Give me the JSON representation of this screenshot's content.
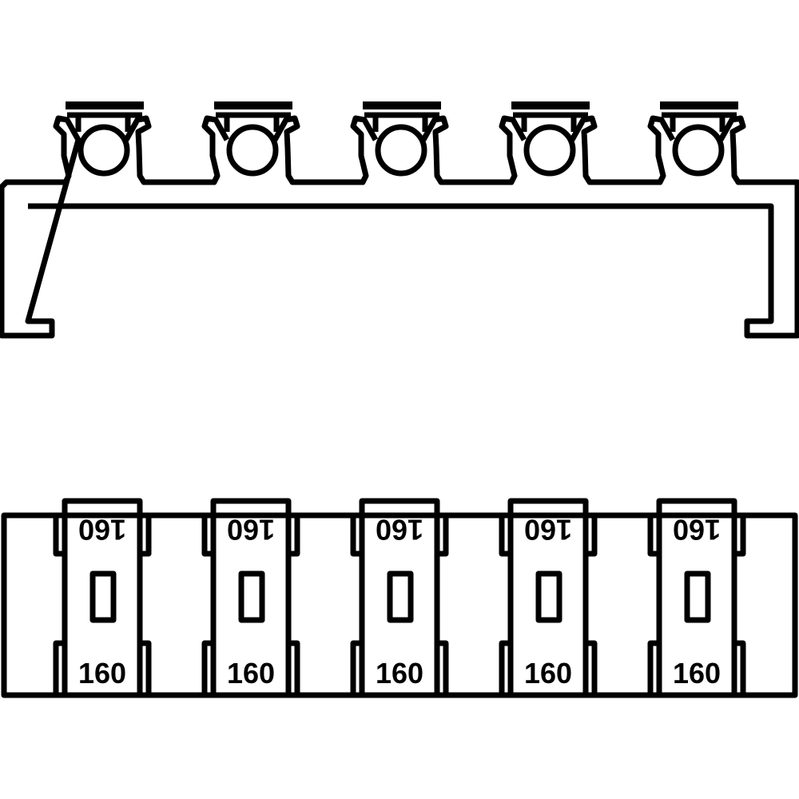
{
  "diagram": {
    "top_view": {
      "clip_count": 5
    },
    "bottom_view": {
      "modules": [
        {
          "top_label": "160",
          "bottom_label": "160"
        },
        {
          "top_label": "160",
          "bottom_label": "160"
        },
        {
          "top_label": "160",
          "bottom_label": "160"
        },
        {
          "top_label": "160",
          "bottom_label": "160"
        },
        {
          "top_label": "160",
          "bottom_label": "160"
        }
      ]
    },
    "colors": {
      "line": "#000000",
      "background": "#ffffff"
    }
  }
}
